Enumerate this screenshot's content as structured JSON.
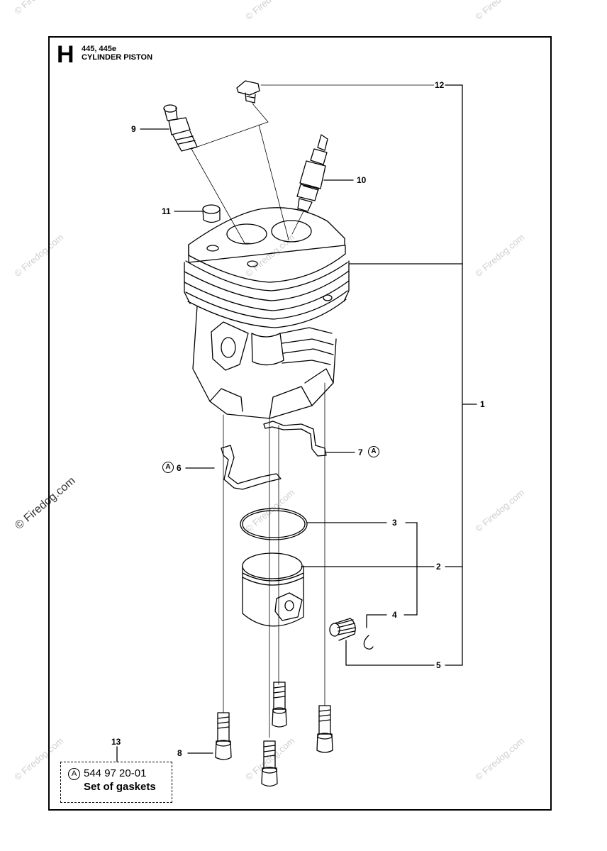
{
  "header": {
    "section_letter": "H",
    "model": "445, 445e",
    "title": "CYLINDER PISTON"
  },
  "callouts": {
    "c1": "1",
    "c2": "2",
    "c3": "3",
    "c4": "4",
    "c5": "5",
    "c6": "6",
    "c7": "7",
    "c8": "8",
    "c9": "9",
    "c10": "10",
    "c11": "11",
    "c12": "12",
    "c13": "13"
  },
  "markers": {
    "a6": "A",
    "a7": "A"
  },
  "kit": {
    "marker": "A",
    "part_number": "544 97 20-01",
    "description": "Set of gaskets"
  },
  "watermark": {
    "text": "© Firedog.com"
  }
}
